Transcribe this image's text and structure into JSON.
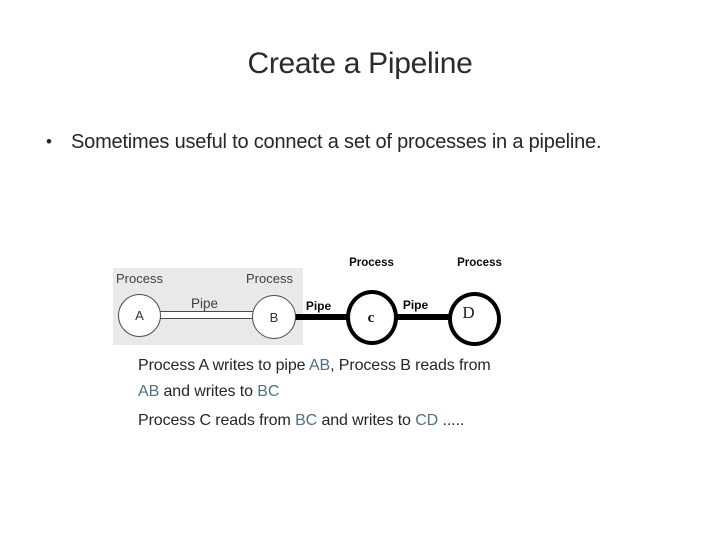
{
  "slide": {
    "title": "Create a Pipeline",
    "bullet": {
      "marker": "•",
      "text": "Sometimes useful to connect a set of processes in a pipeline."
    },
    "diagram": {
      "panel": {
        "process_a_label": "Process",
        "process_b_label": "Process",
        "pipe_ab_label": "Pipe",
        "node_a": "A",
        "node_b": "B"
      },
      "right": {
        "process_c_label": "Process",
        "process_d_label": "Process",
        "pipe_bc_label": "Pipe",
        "pipe_cd_label": "Pipe",
        "node_c": "c",
        "node_d": "D"
      }
    },
    "caption": {
      "line1": [
        {
          "t": "Process A writes to pipe ",
          "c": "dark"
        },
        {
          "t": "AB",
          "c": "accent"
        },
        {
          "t": ", Process B reads from",
          "c": "dark"
        }
      ],
      "line2": [
        {
          "t": "AB",
          "c": "accent"
        },
        {
          "t": " and writes to ",
          "c": "dark"
        },
        {
          "t": "BC",
          "c": "accent"
        }
      ],
      "line3": [
        {
          "t": "Process C reads from ",
          "c": "dark"
        },
        {
          "t": "BC",
          "c": "accent"
        },
        {
          "t": " and writes to ",
          "c": "dark"
        },
        {
          "t": "CD",
          "c": "accent"
        },
        {
          "t": " .....",
          "c": "dark"
        }
      ]
    },
    "colors": {
      "title": "#2b2b2b",
      "text": "#262626",
      "accent": "#52707f",
      "panel_bg": "#e9e9e7",
      "panel_text": "#3f3f3f",
      "panel_stroke": "#4a4a4a",
      "node_stroke": "#000000"
    }
  }
}
